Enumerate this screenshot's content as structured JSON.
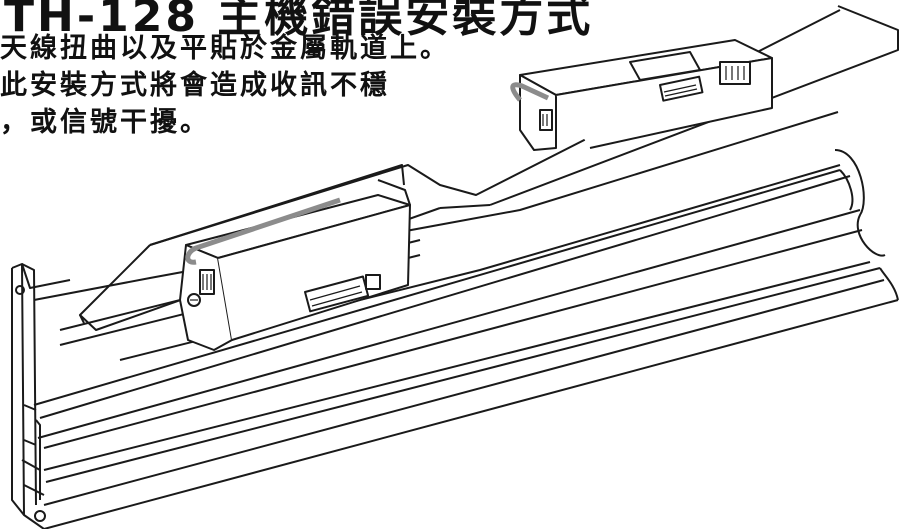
{
  "title": "TH-128 主機錯誤安裝方式",
  "caption_lines": [
    "天線扭曲以及平貼於金屬軌道上。",
    "此安裝方式將會造成收訊不穩",
    "，或信號干擾。"
  ],
  "colors": {
    "text": "#111111",
    "line": "#1a1a1a",
    "antenna": "#8c8c8c"
  },
  "icons": [
    "screw-icon",
    "antenna-icon",
    "clip-icon",
    "connector-icon"
  ]
}
